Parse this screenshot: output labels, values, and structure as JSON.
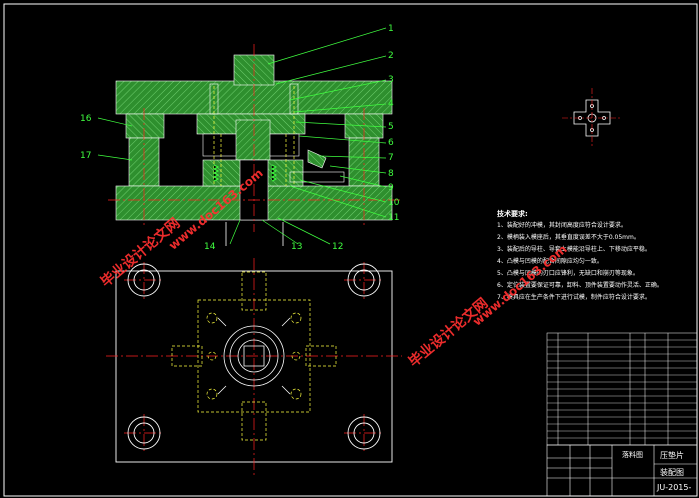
{
  "drawing": {
    "part_numbers_right": [
      "1",
      "2",
      "3",
      "4",
      "5",
      "6",
      "7",
      "8",
      "9",
      "10",
      "11"
    ],
    "part_numbers_left": [
      "16",
      "17"
    ],
    "part_numbers_bottom": [
      "14",
      "13",
      "12"
    ]
  },
  "tech_requirements": {
    "title": "技术要求:",
    "items": [
      "1、装配好的冲模，其封闭高度应符合设计要求。",
      "2、模柄装入模座后，其垂直度误差不大于0.05mm。",
      "3、装配后的导柱、导套上模能沿导柱上、下移动应平稳。",
      "4、凸模与凹模的配合间隙应均匀一致。",
      "5、凸模与凹模的刃口应锋利，无缺口和崩刃等现象。",
      "6、定位装置要保证可靠，卸料、顶件装置要动作灵活、正确。",
      "7、模具应在生产条件下进行试模，制件应符合设计要求。"
    ]
  },
  "watermarks": {
    "cn": "毕业设计论文网",
    "url": "www.doc163.com"
  },
  "title_block": {
    "part_name": "压垫片",
    "drawing_type": "装配图",
    "label_assembly": "落料图",
    "drawing_no": "JU-2015-"
  },
  "colors": {
    "background": "#000000",
    "section_fill": "#2f9a2f",
    "center_line": "#ff2020",
    "hidden_line": "#ffff40",
    "outline": "#ffffff",
    "leader": "#40ff40",
    "watermark": "#ff3030"
  }
}
